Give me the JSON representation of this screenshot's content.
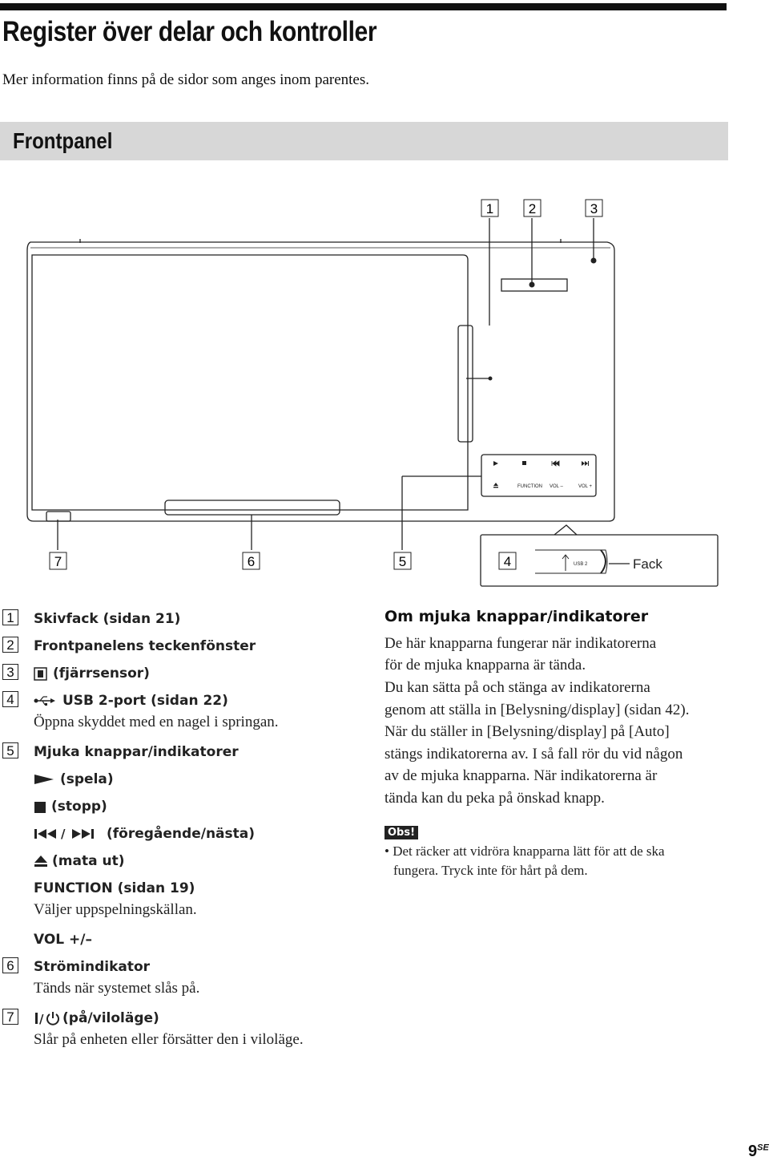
{
  "page": {
    "title": "Register över delar och kontroller",
    "subtitle": "Mer information finns på de sidor som anges inom parentes.",
    "section_title": "Frontpanel",
    "page_number": "9",
    "page_suffix": "SE"
  },
  "diagram": {
    "callouts": [
      "1",
      "2",
      "3",
      "4",
      "5",
      "6",
      "7"
    ],
    "fack_label": "Fack",
    "panel_labels": {
      "function": "FUNCTION",
      "vol_minus": "VOL –",
      "vol_plus": "VOL +",
      "usb": "USB 2"
    }
  },
  "items": [
    {
      "num": "1",
      "label": "Skivfack (sidan 21)"
    },
    {
      "num": "2",
      "label": "Frontpanelens teckenfönster"
    },
    {
      "num": "3",
      "icon": "remote-sensor-icon",
      "label": "(fjärrsensor)"
    },
    {
      "num": "4",
      "icon": "usb-icon",
      "label": "USB 2-port (sidan 22)",
      "desc": "Öppna skyddet med en nagel i springan."
    },
    {
      "num": "5",
      "label": "Mjuka knappar/indikatorer"
    },
    {
      "num": "",
      "icon": "play-icon",
      "label": "(spela)"
    },
    {
      "num": "",
      "icon": "stop-icon",
      "label": "(stopp)"
    },
    {
      "num": "",
      "icon": "prev-next-icon",
      "label": "(föregående/nästa)"
    },
    {
      "num": "",
      "icon": "eject-icon",
      "label": "(mata ut)"
    },
    {
      "num": "",
      "label": "FUNCTION (sidan 19)",
      "desc": "Väljer uppspelningskällan."
    },
    {
      "num": "",
      "label": "VOL +/–"
    },
    {
      "num": "6",
      "label": "Strömindikator",
      "desc": "Tänds när systemet slås på."
    },
    {
      "num": "7",
      "icon": "power-icon",
      "label": "(på/viloläge)",
      "desc": "Slår på enheten eller försätter den i viloläge."
    }
  ],
  "soft_buttons": {
    "heading": "Om mjuka knappar/indikatorer",
    "lines": [
      "De här knapparna fungerar när indikatorerna",
      "för de mjuka knapparna är tända.",
      "Du kan sätta på och stänga av indikatorerna",
      "genom att ställa in [Belysning/display] (sidan 42).",
      "När du ställer in [Belysning/display] på [Auto]",
      "stängs indikatorerna av. I så fall rör du vid någon",
      "av de mjuka knapparna. När indikatorerna är",
      "tända kan du peka på önskad knapp."
    ],
    "obs_label": "Obs!",
    "note_lines": [
      "• Det räcker att vidröra knapparna lätt för att de ska",
      "fungera. Tryck inte för hårt på dem."
    ]
  }
}
